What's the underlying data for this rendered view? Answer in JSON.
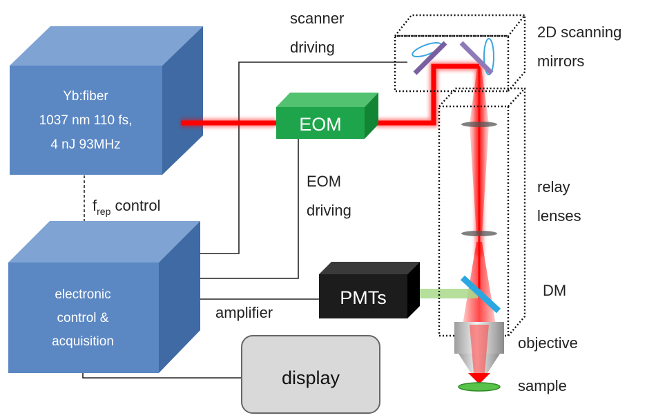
{
  "laser": {
    "line1": "Yb:fiber",
    "line2": "1037 nm 110 fs,",
    "line3": "4 nJ 93MHz"
  },
  "electronics": {
    "line1": "electronic",
    "line2": "control &",
    "line3": "acquisition"
  },
  "frep_control": {
    "f": "f",
    "sub": "rep",
    "rest": " control"
  },
  "eom": {
    "label": "EOM"
  },
  "pmts": {
    "label": "PMTs"
  },
  "display": {
    "label": "display"
  },
  "labels": {
    "scanner_driving_1": "scanner",
    "scanner_driving_2": "driving",
    "eom_driving_1": "EOM",
    "eom_driving_2": "driving",
    "amplifier": "amplifier",
    "scanning_1": "2D scanning",
    "scanning_2": "mirrors",
    "relay_1": "relay",
    "relay_2": "lenses",
    "dm": "DM",
    "objective": "objective",
    "sample": "sample"
  },
  "colors": {
    "box_front": "#5b87c3",
    "box_top": "#7fa3d3",
    "box_side": "#3f6aa3",
    "eom_front": "#1ea44a",
    "eom_top": "#52c271",
    "eom_side": "#128535",
    "pmt_front": "#1c1c1c",
    "beam_red": "#ff0000",
    "fluorescence": "#a8d98a",
    "display_fill": "#d9d9d9",
    "dm": "#2aa7e0",
    "sample": "#58c24a"
  }
}
